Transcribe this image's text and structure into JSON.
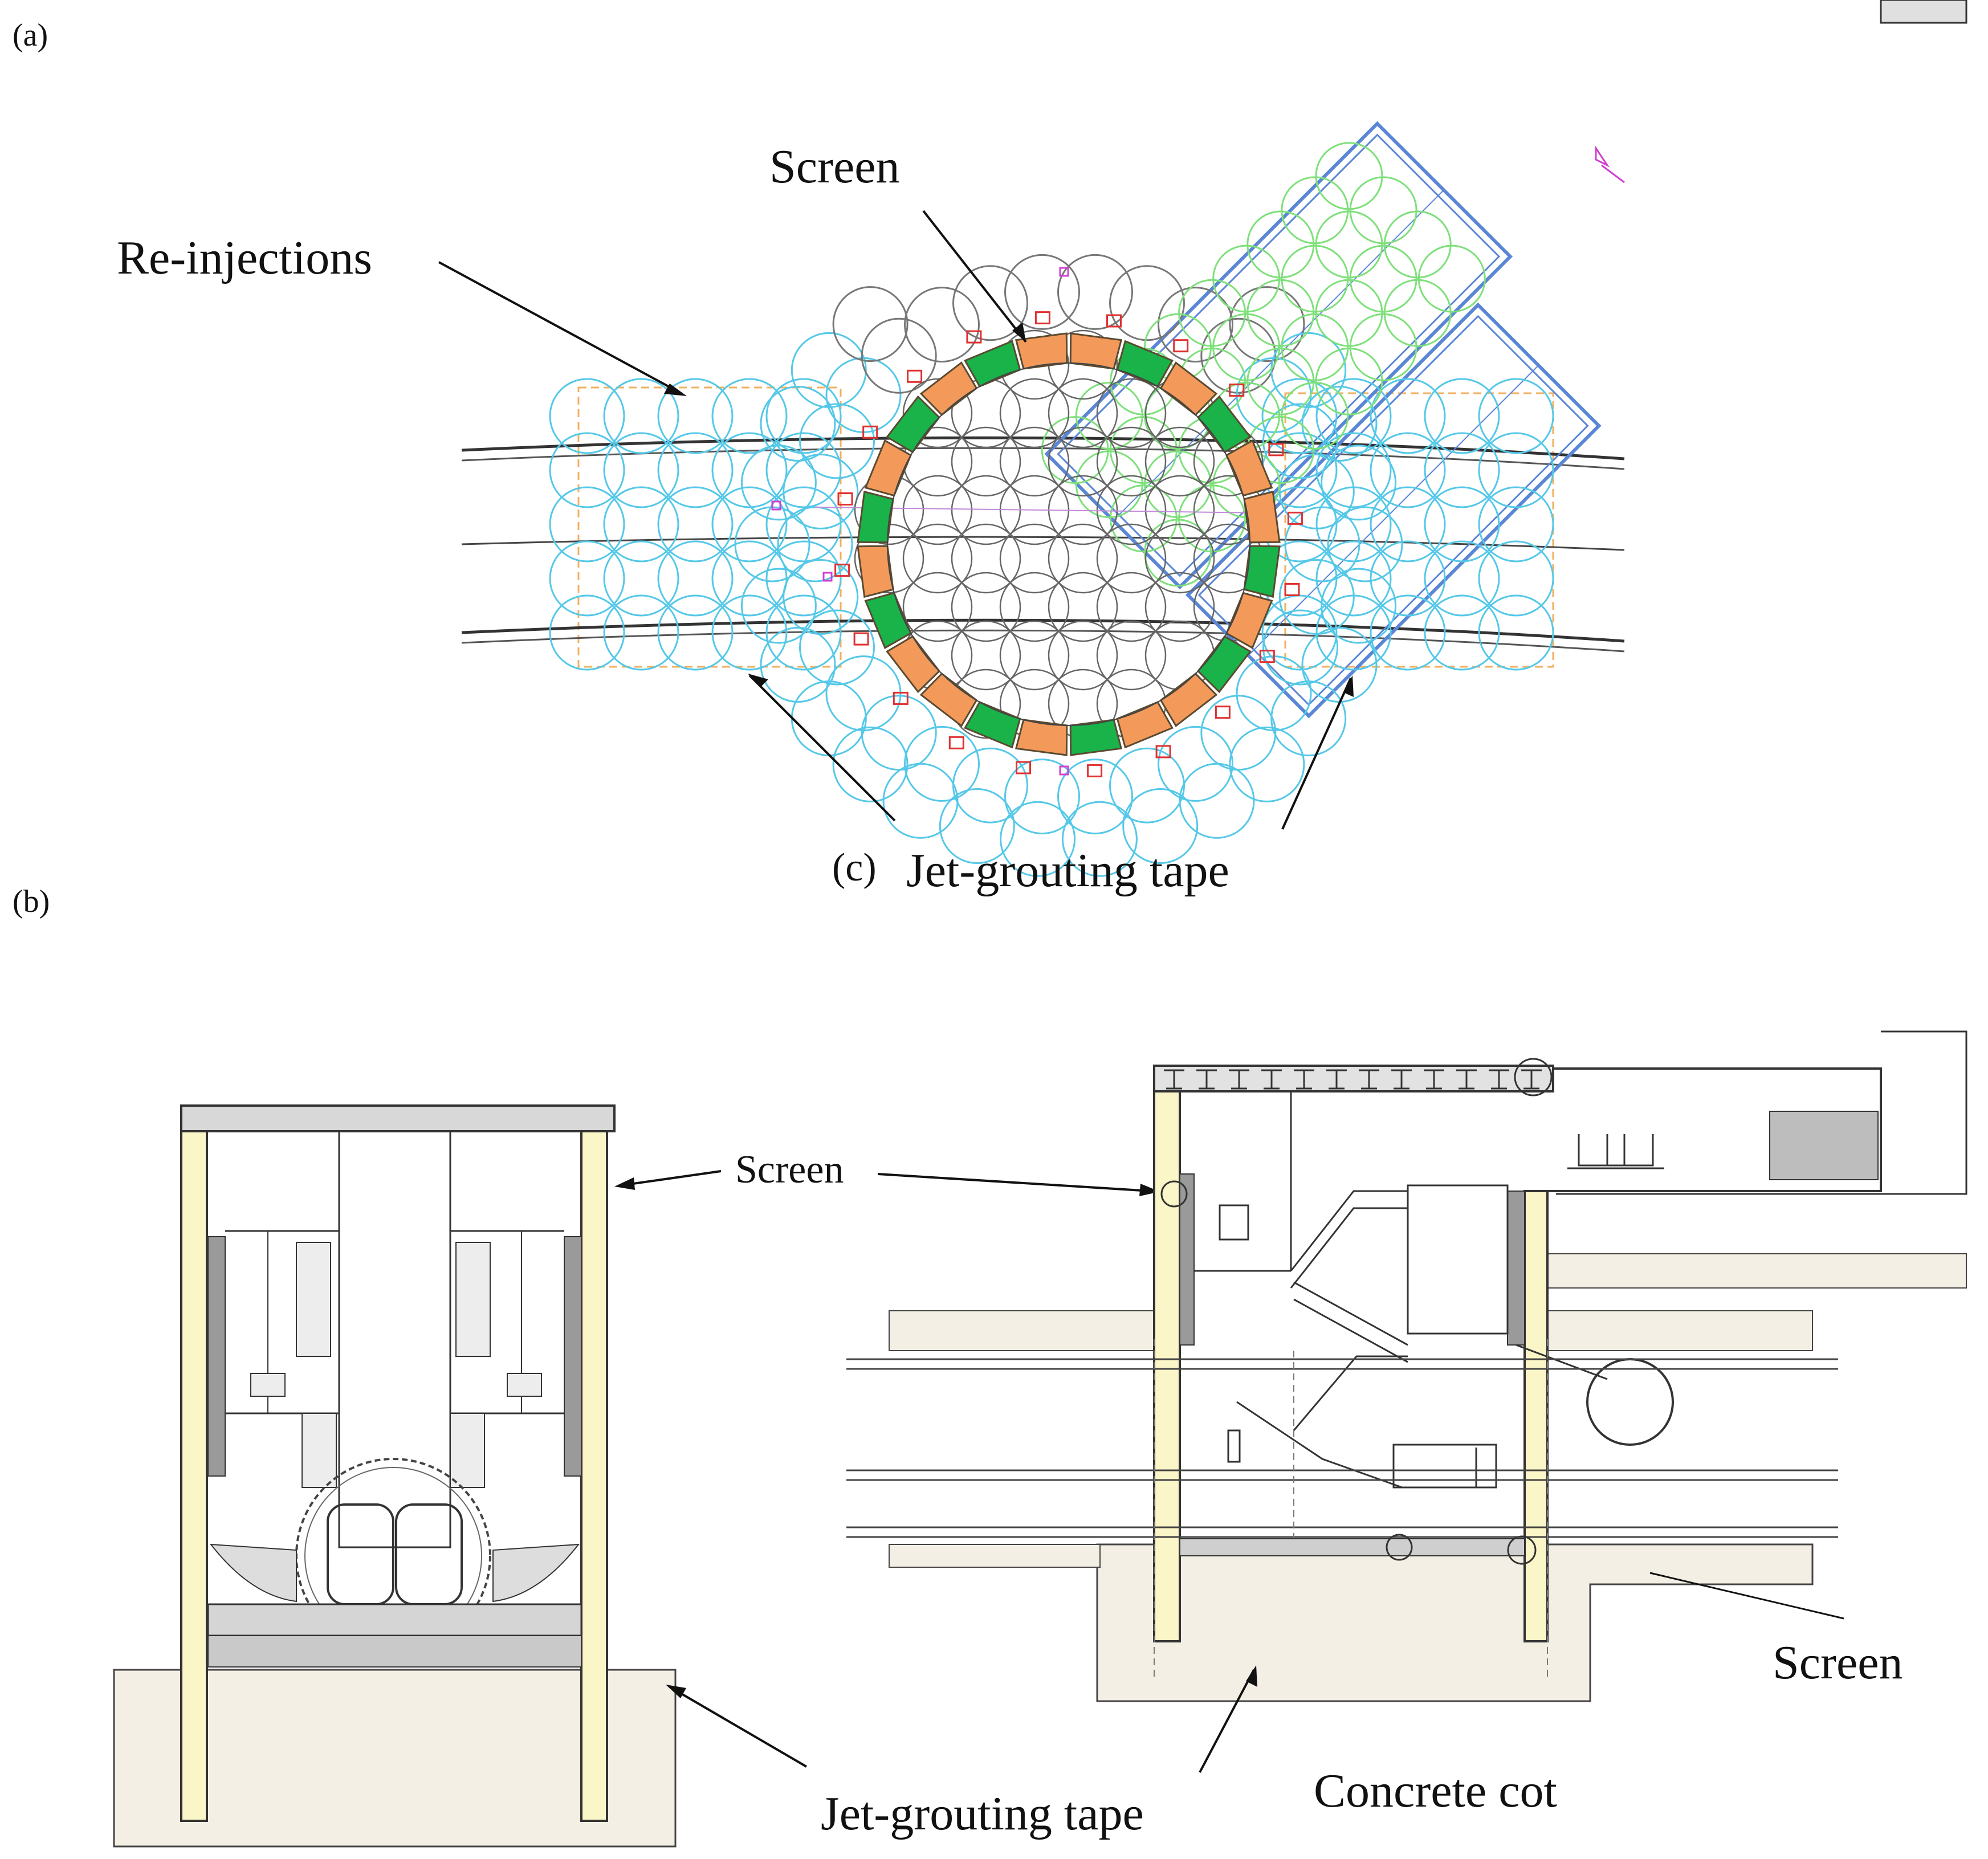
{
  "panels": {
    "a": "(a)",
    "b": "(b)",
    "c": "(c)"
  },
  "plan": {
    "screen": "Screen",
    "reinjections": "Re-injections",
    "jet_grouting": "Jet-grouting tape"
  },
  "section_left": {
    "screen": "Screen",
    "jet_grouting": "Jet-grouting tape"
  },
  "section_right": {
    "screen": "Screen",
    "concrete_cot": "Concrete cot"
  },
  "colors": {
    "screen_orange": "#f39a5a",
    "screen_green": "#19b34a",
    "jet_cyan": "#55c8e8",
    "jet_green": "#7ee07a",
    "shaft_outline": "#5a86d6",
    "screen_wall": "#fbf6c8",
    "jet_tape_fill": "#f4efe4",
    "wall_grey": "#9a9a9a"
  }
}
